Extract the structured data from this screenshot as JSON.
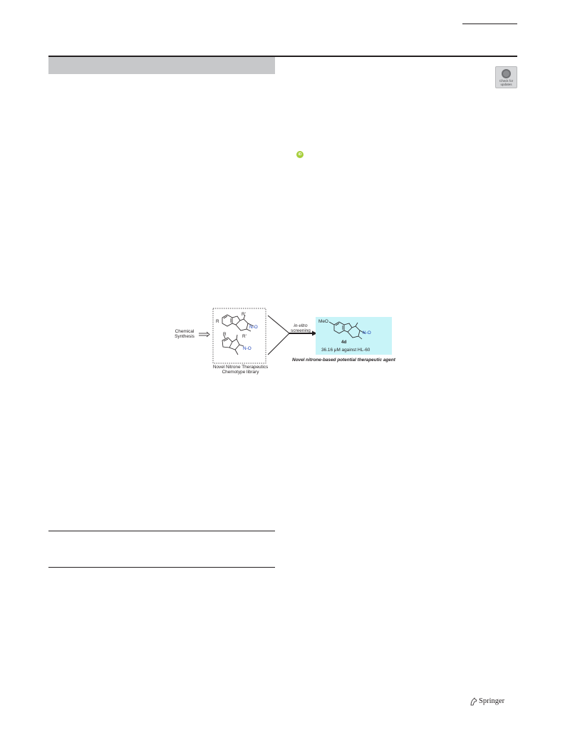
{
  "badges": {
    "check_updates": "Check for updates",
    "orcid": "iD"
  },
  "graphical_abstract": {
    "left_label_line1": "Chemical",
    "left_label_line2": "Synthesis",
    "struct1_r": "R",
    "struct1_r1": "R'",
    "struct1_n_oxide": "N-O",
    "struct2_r": "R",
    "struct2_r1": "R'",
    "struct2_n_oxide": "N-O",
    "library_line1": "Novel Nitrone Therapeutics",
    "library_line2": "Chemotype library",
    "arrow_label_line1": "in-vitro",
    "arrow_label_line2": "screening",
    "hit_substituent": "MeO",
    "hit_n_oxide": "N-O",
    "hit_compound": "4d",
    "hit_activity": "36.16 μM against HL-60",
    "hit_caption": "Novel nitrone-based potential therapeutic agent"
  },
  "footer": {
    "publisher": "Springer"
  },
  "colors": {
    "band": "#c7c8ca",
    "highlight_box": "#c8f4f8",
    "orcid_green": "#a6ce39",
    "nitrogen_blue": "#1a3fb5",
    "oxygen_red": "#d0202a"
  }
}
